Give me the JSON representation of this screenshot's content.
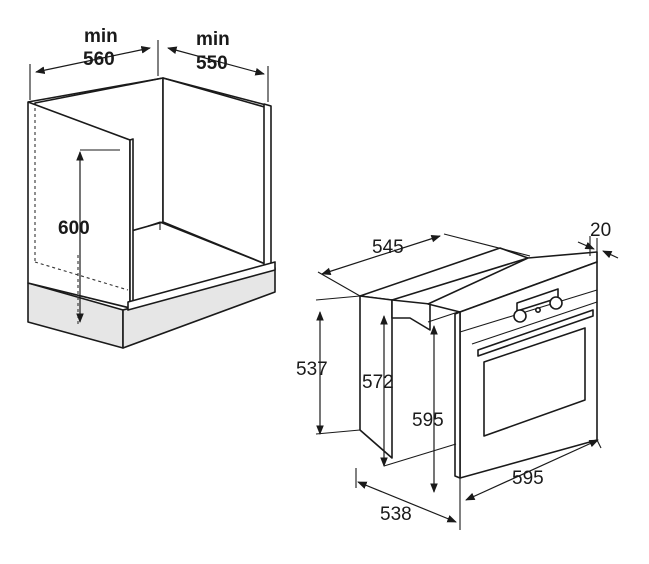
{
  "cabinet": {
    "width_label": "min",
    "width_value": "560",
    "depth_label": "min",
    "depth_value": "550",
    "height_value": "600"
  },
  "oven": {
    "depth_total": "545",
    "front_thickness": "20",
    "body_height": "537",
    "inner_height": "572",
    "front_height": "595",
    "front_width": "595",
    "body_depth": "538"
  }
}
